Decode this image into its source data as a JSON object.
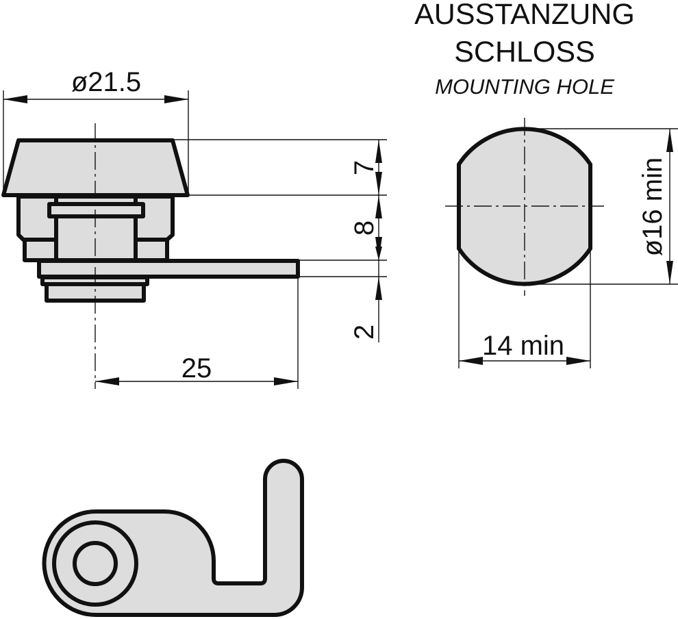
{
  "title": {
    "line1": "AUSSTANZUNG",
    "line2": "SCHLOSS",
    "subtitle": "MOUNTING HOLE"
  },
  "side_view": {
    "diameter_label": "ø21.5",
    "length_label": "25",
    "height_labels": [
      "7",
      "8",
      "2"
    ]
  },
  "mounting_hole": {
    "height_label": "ø16 min",
    "width_label": "14 min"
  },
  "cam": {
    "description": "cam lever plate"
  },
  "colors": {
    "fill": "#dddddd",
    "stroke": "#111111",
    "background": "#ffffff"
  }
}
